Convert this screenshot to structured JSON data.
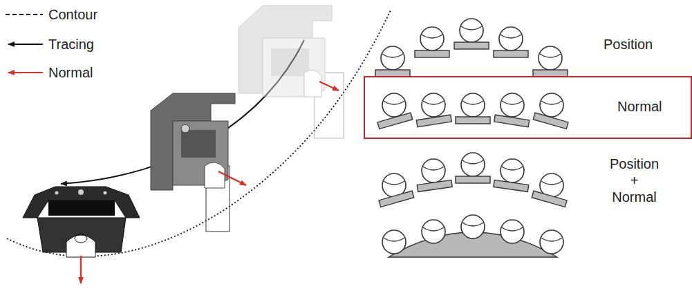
{
  "diagram": {
    "labels": [
      "Position",
      "Normal",
      "Position + Normal"
    ],
    "legend": [
      {
        "text": "Contour"
      },
      {
        "text": "Tracing"
      },
      {
        "text": "Normal"
      }
    ]
  }
}
